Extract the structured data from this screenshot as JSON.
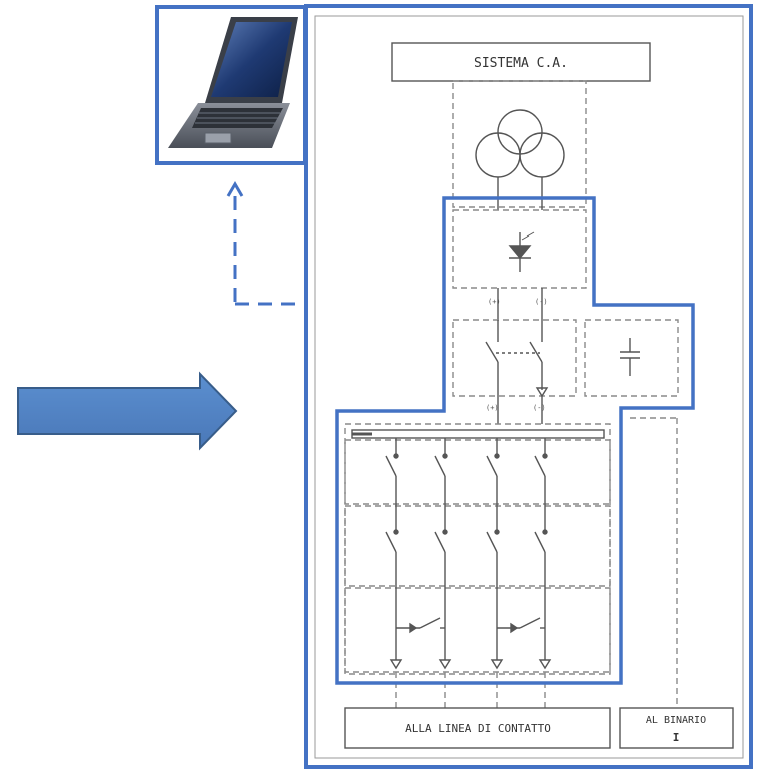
{
  "diagram": {
    "source_box_label": "SISTEMA C.A.",
    "output_label_line": "ALLA LINEA DI CONTATTO",
    "output_label_rail": "AL BINARIO",
    "rail_symbol": "I",
    "polarity_labels": [
      "(+)",
      "(-)",
      "(+)",
      "(-)"
    ]
  },
  "colors": {
    "frame_blue": "#4472c4",
    "arrow_fill": "#4f81bd",
    "arrow_stroke": "#385d8a",
    "schematic_line": "#555555",
    "dashed_line": "#8a8a8a"
  },
  "icons": {
    "computer": "laptop-icon",
    "flow_arrow": "right-arrow-icon"
  }
}
